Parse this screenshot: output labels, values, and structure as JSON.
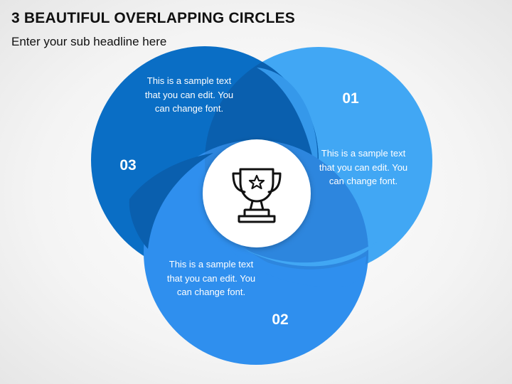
{
  "header": {
    "title": "3 BEAUTIFUL OVERLAPPING CIRCLES",
    "subtitle": "Enter your sub headline here"
  },
  "circles": [
    {
      "number": "01",
      "text": "This is a sample text that you can edit. You can change font.",
      "color": "#41a7f4"
    },
    {
      "number": "02",
      "text": "This is a sample text that you can edit. You can change font.",
      "color": "#2f8fee"
    },
    {
      "number": "03",
      "text": "This is a sample text that you can edit. You can change font.",
      "color": "#0a6ec5"
    }
  ],
  "center": {
    "icon": "trophy-icon",
    "color": "#ffffff"
  }
}
